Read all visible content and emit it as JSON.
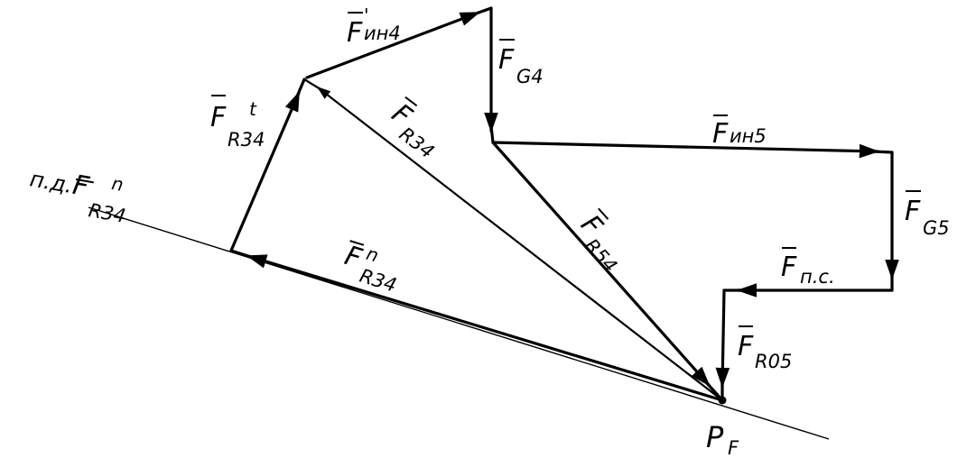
{
  "labels": {
    "f_in4": {
      "main": "F",
      "sub": "ин4",
      "sup": "'"
    },
    "f_g4": {
      "main": "F",
      "sub": "G4"
    },
    "f_in5": {
      "main": "F",
      "sub": "ин5"
    },
    "f_g5": {
      "main": "F",
      "sub": "G5"
    },
    "f_pc": {
      "main": "F",
      "sub": "п.с."
    },
    "f_r05": {
      "main": "F",
      "sub": "R05"
    },
    "f_r54": {
      "main": "F",
      "sub": "R54"
    },
    "f_r34": {
      "main": "F",
      "sub": "R34"
    },
    "f_r34_t": {
      "main": "F",
      "sub": "R34",
      "sup": "t"
    },
    "f_r34_n": {
      "main": "F",
      "sub": "R34",
      "sup": "n"
    },
    "line_label": {
      "prefix": "п.д.",
      "main": "F",
      "sub": "R34",
      "sup": "n"
    },
    "pole": {
      "main": "P",
      "sub": "F"
    }
  }
}
